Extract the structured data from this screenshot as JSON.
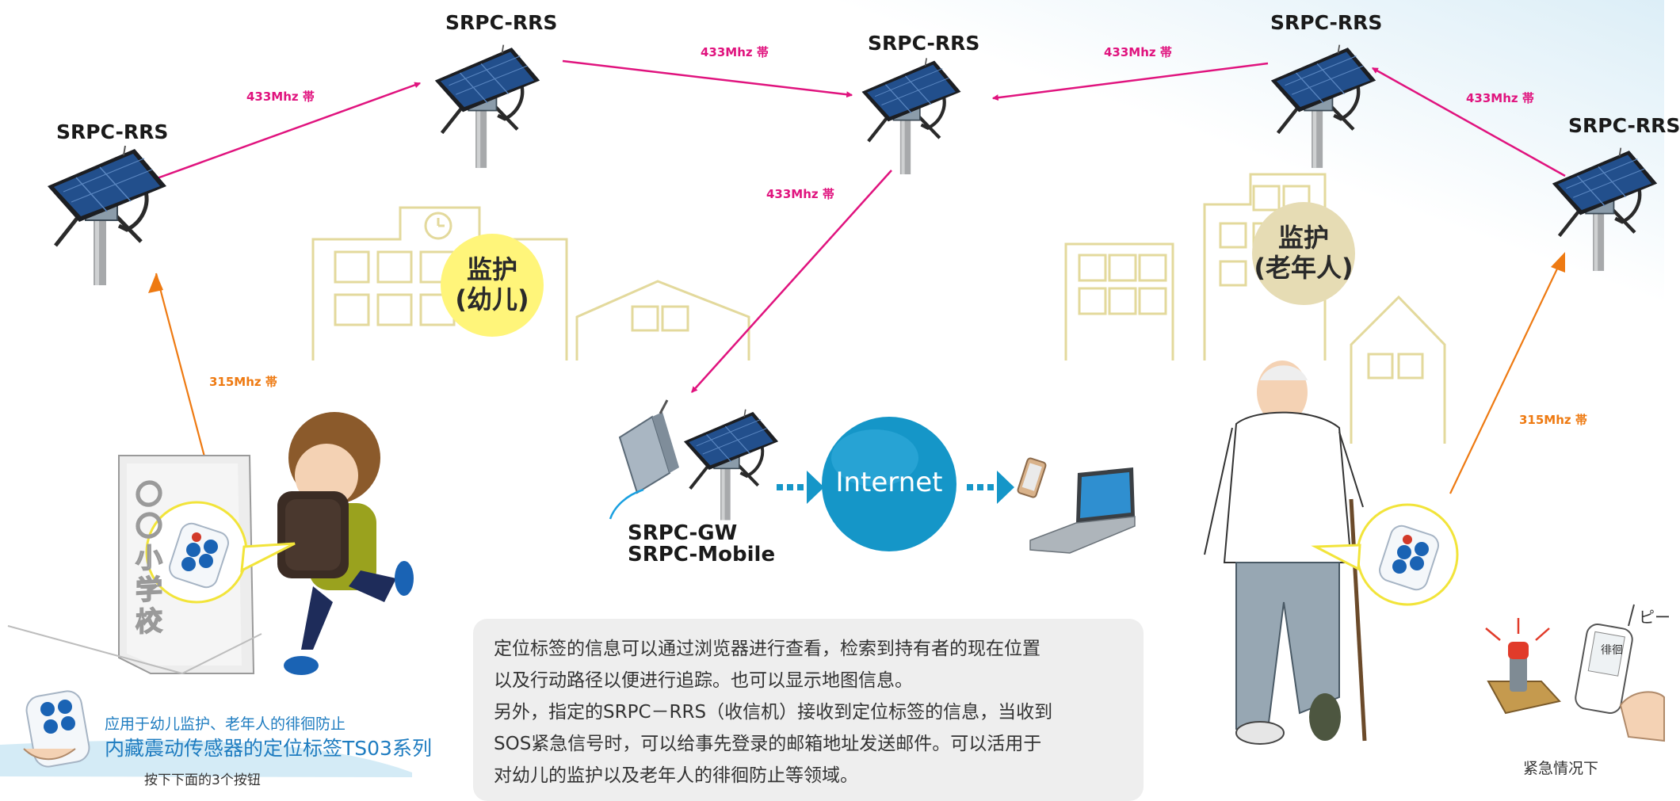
{
  "nodes": {
    "rrs_label": "SRPC-RRS"
  },
  "links": {
    "freq_433": "433Mhz 帯",
    "freq_315": "315Mhz 帯"
  },
  "bubbles": {
    "kids_line1": "监护",
    "kids_line2": "(幼儿)",
    "elderly_line1": "监护",
    "elderly_line2": "(老年人)"
  },
  "gateway": {
    "line1": "SRPC-GW",
    "line2": "SRPC-Mobile"
  },
  "internet": {
    "label": "Internet"
  },
  "description": {
    "lines": [
      "定位标签的信息可以通过浏览器进行查看，检索到持有者的现在位置",
      "以及行动路径以便进行追踪。也可以显示地图信息。",
      "另外，指定的SRPC－RRS（收信机）接收到定位标签的信息，当收到",
      "SOS紧急信号时，可以给事先登录的邮箱地址发送邮件。可以活用于",
      "对幼儿的监护以及老年人的徘徊防止等领域。"
    ]
  },
  "promo": {
    "subtitle": "应用于幼儿监护、老年人的徘徊防止",
    "title": "内藏震动传感器的定位标签TS03系列",
    "note": "按下下面的3个按钮"
  },
  "school_sign": {
    "text": "〇〇小学校"
  },
  "emergency": {
    "device_text": "徘徊",
    "beep": "ピー",
    "caption": "紧急情况下"
  },
  "colors": {
    "pink": "#e0137e",
    "orange": "#ee7a12",
    "building": "#e3d99c",
    "internet": "#1596c8",
    "promo_blue": "#1e7cc0"
  }
}
